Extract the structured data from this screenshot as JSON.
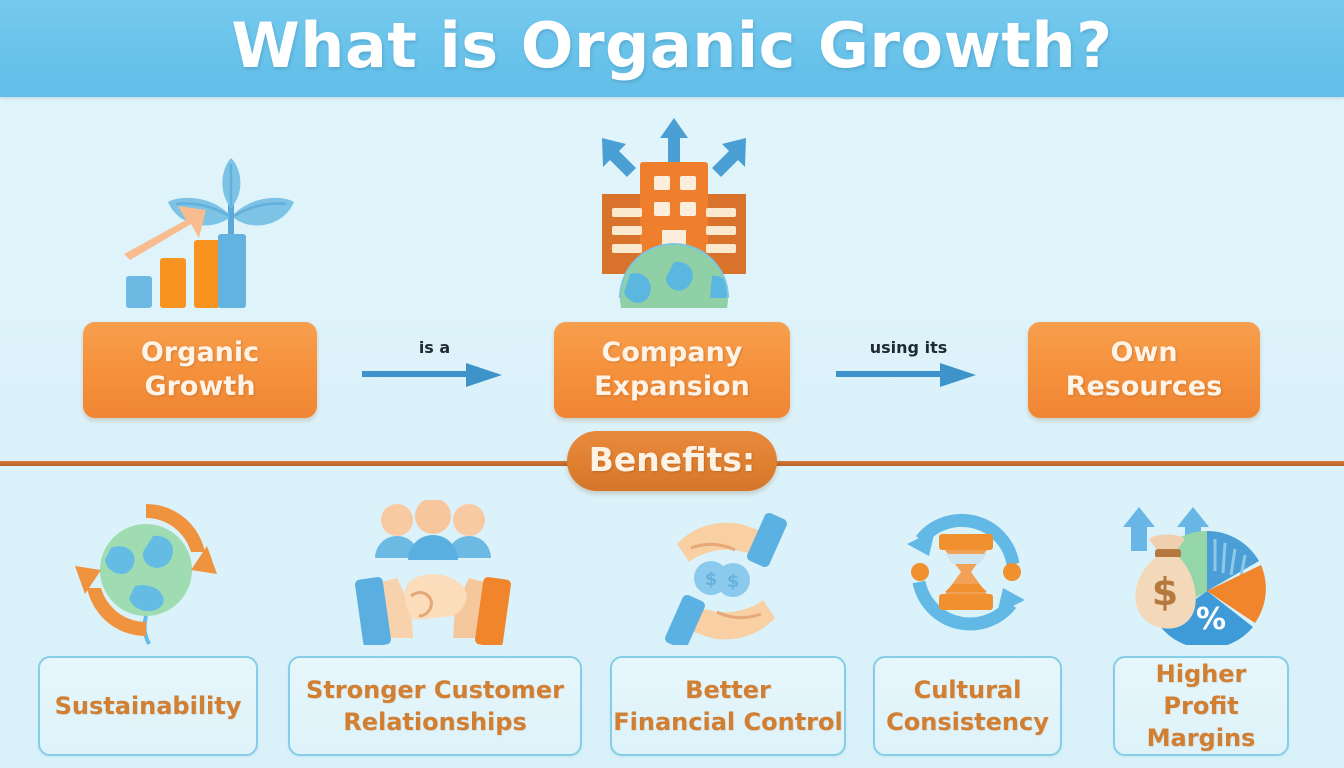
{
  "header": {
    "title": "What is Organic Growth?",
    "banner_color": "#68c2ea"
  },
  "theme": {
    "background": "#dff4fa",
    "accent_orange": "#f5913c",
    "accent_blue": "#4a9fd4",
    "divider_orange": "#c96f2f",
    "card_border": "#86cde8",
    "benefit_text": "#d17f33"
  },
  "flow": {
    "nodes": [
      {
        "id": "organic-growth",
        "label": "Organic\nGrowth",
        "icon": "growth-chart-icon"
      },
      {
        "id": "company-expansion",
        "label": "Company\nExpansion",
        "icon": "company-building-icon"
      },
      {
        "id": "own-resources",
        "label": "Own\nResources",
        "icon": ""
      }
    ],
    "connectors": [
      {
        "id": "connector-1",
        "label": "is a",
        "icon": "arrow-right-icon"
      },
      {
        "id": "connector-2",
        "label": "using its",
        "icon": "arrow-right-icon"
      }
    ]
  },
  "benefits": {
    "heading": "Benefits:",
    "items": [
      {
        "label": "Sustainability",
        "icon": "globe-recycle-icon"
      },
      {
        "label": "Stronger Customer\nRelationships",
        "icon": "handshake-people-icon"
      },
      {
        "label": "Better\nFinancial Control",
        "icon": "hands-coins-icon"
      },
      {
        "label": "Cultural\nConsistency",
        "icon": "hourglass-cycle-icon"
      },
      {
        "label": "Higher\nProfit Margins",
        "icon": "money-bag-pie-chart-icon"
      }
    ]
  }
}
